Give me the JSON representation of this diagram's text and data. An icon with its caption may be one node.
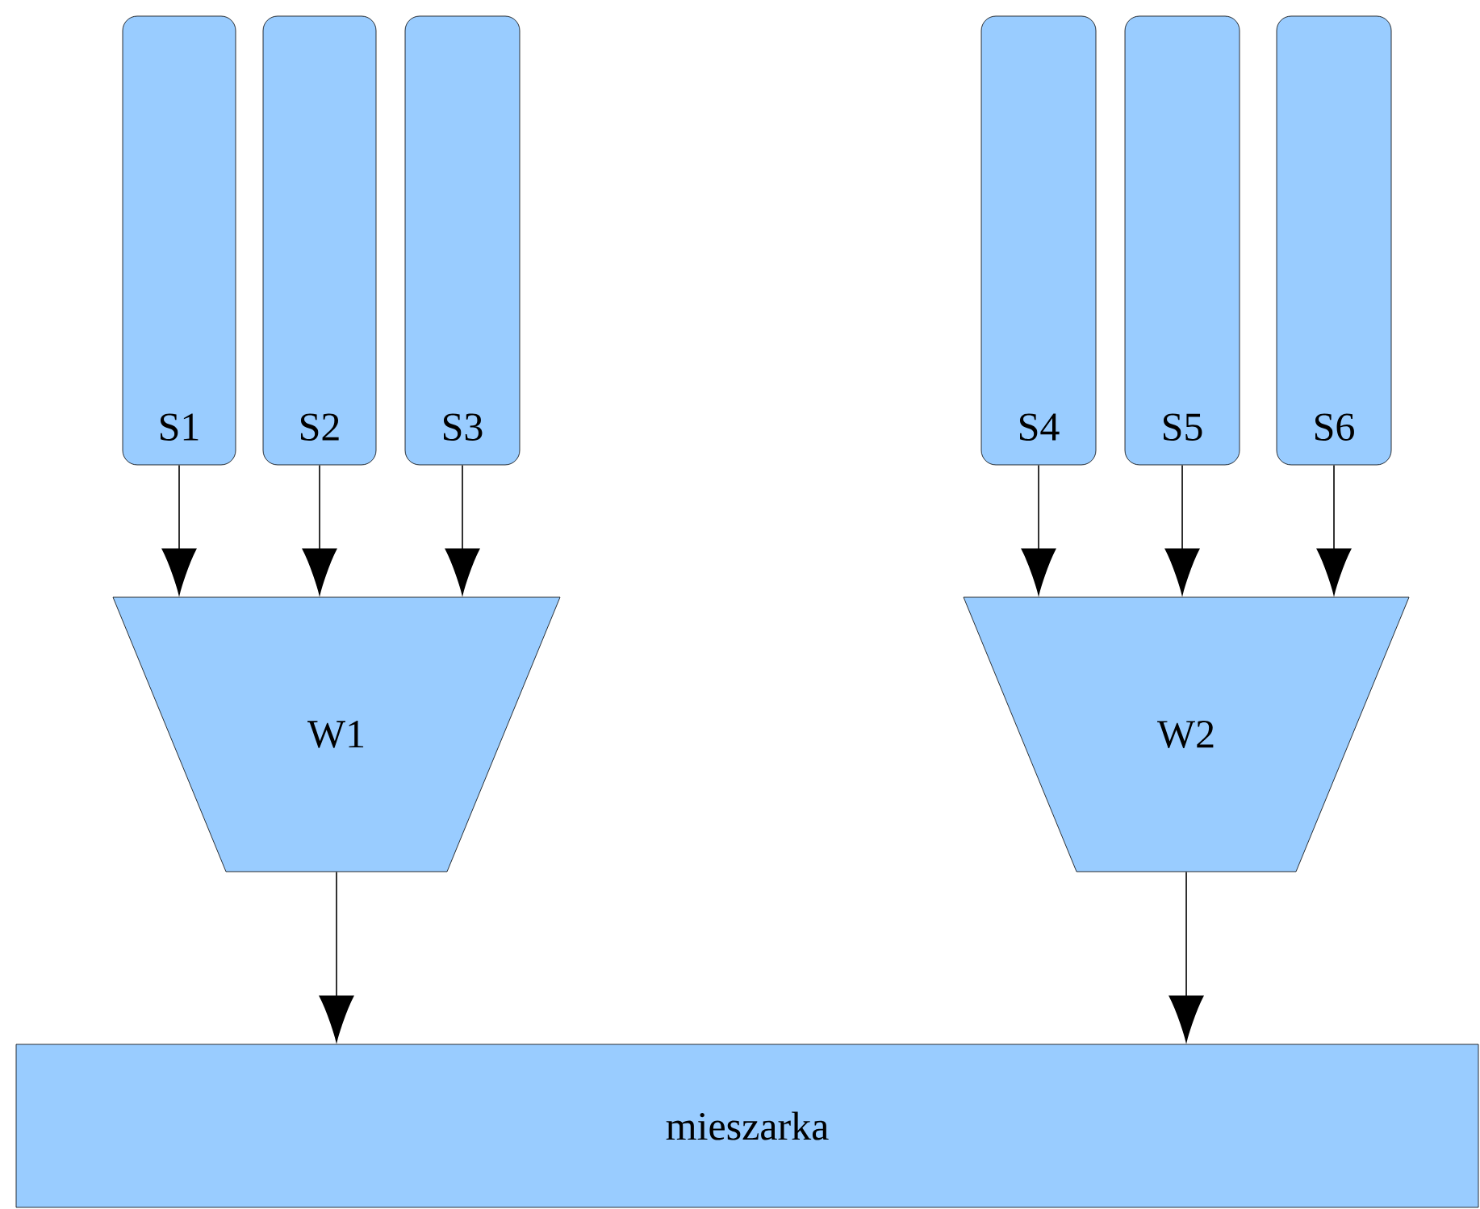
{
  "diagram": {
    "nodes": [
      {
        "text": [
          "S1"
        ]
      },
      {
        "text": [
          "S2"
        ]
      },
      {
        "text": [
          "S3"
        ]
      },
      {
        "text": [
          "S4"
        ]
      },
      {
        "text": [
          "S5"
        ]
      },
      {
        "text": [
          "S6"
        ]
      },
      {
        "text": [
          "W1"
        ]
      },
      {
        "text": [
          "W2"
        ]
      },
      {
        "text": [
          "mieszarka"
        ]
      }
    ],
    "edges": [
      {
        "from": 0,
        "to": 6,
        "arrow": "to"
      },
      {
        "from": 1,
        "to": 6,
        "arrow": "to"
      },
      {
        "from": 2,
        "to": 6,
        "arrow": "to"
      },
      {
        "from": 3,
        "to": 7,
        "arrow": "to"
      },
      {
        "from": 4,
        "to": 7,
        "arrow": "to"
      },
      {
        "from": 5,
        "to": 7,
        "arrow": "to"
      },
      {
        "from": 6,
        "to": 8,
        "arrow": "to"
      },
      {
        "from": 7,
        "to": 8,
        "arrow": "to"
      }
    ]
  }
}
